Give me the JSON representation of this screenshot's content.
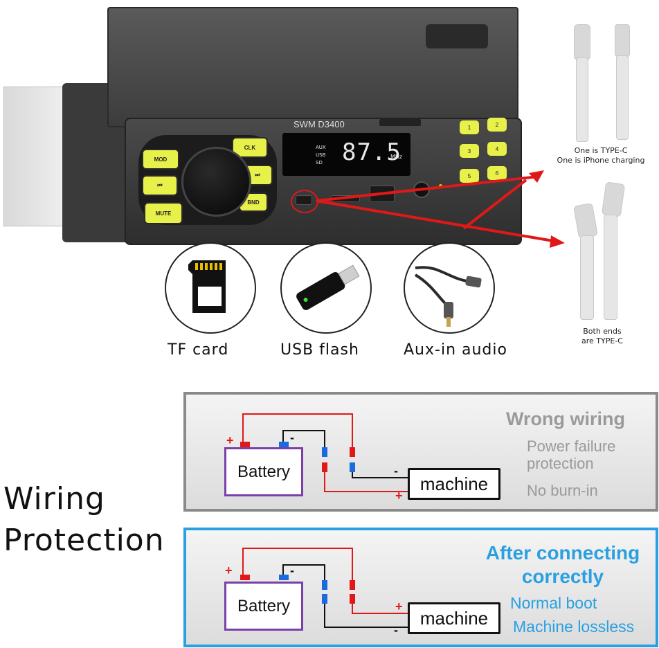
{
  "radio": {
    "model": "SWM D3400",
    "lcd_sources": [
      "AUX",
      "USB",
      "SD"
    ],
    "lcd_frequency": "87.5",
    "lcd_unit": "MHz",
    "left_keys": [
      "MOD",
      "CLK",
      "MUTE",
      "BND"
    ],
    "number_keys": [
      "1",
      "2",
      "3",
      "4",
      "5",
      "6"
    ]
  },
  "cables": {
    "top_caption_line1": "One is TYPE-C",
    "top_caption_line2": "One is iPhone charging",
    "bottom_caption_line1": "Both ends",
    "bottom_caption_line2": "are TYPE-C"
  },
  "media": {
    "tf_label": "TF card",
    "usb_label": "USB flash",
    "aux_label": "Aux-in audio"
  },
  "wiring": {
    "title_line1": "Wiring",
    "title_line2": "Protection",
    "wrong": {
      "heading": "Wrong wiring",
      "line1": "Power failure",
      "line2": "protection",
      "line3": "No burn-in",
      "battery": "Battery",
      "machine": "machine"
    },
    "right": {
      "heading_line1": "After connecting",
      "heading_line2": "correctly",
      "line1": "Normal boot",
      "line2": "Machine lossless",
      "battery": "Battery",
      "machine": "machine"
    },
    "plus": "+",
    "minus": "-"
  },
  "colors": {
    "accent_red": "#e01818",
    "accent_blue": "#2aa0e0",
    "battery_border": "#7b3fa8",
    "key_yellow": "#e8f04a"
  }
}
